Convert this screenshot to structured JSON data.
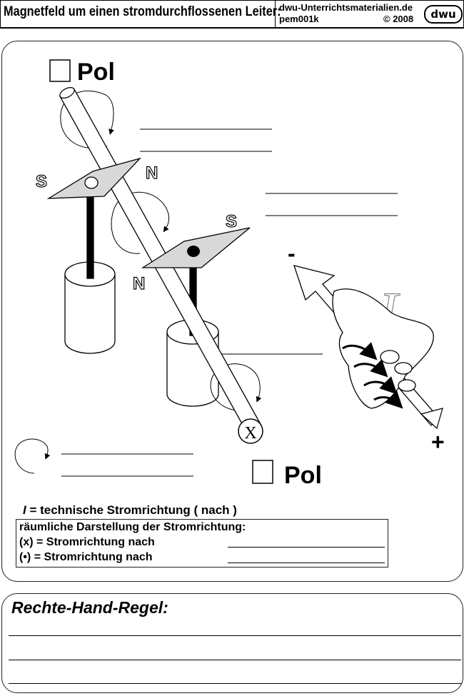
{
  "header": {
    "title": "Magnetfeld um einen stromdurchflossenen Leiter:",
    "site": "dwu-Unterrichtsmaterialien.de",
    "code": "pem001k",
    "copyright": "© 2008",
    "logo": "dwu"
  },
  "diagram": {
    "pole_top": "Pol",
    "pole_bottom": "Pol",
    "magnet1_s": "S",
    "magnet1_n": "N",
    "magnet2_s": "S",
    "magnet2_n": "N",
    "conductor_end": "X",
    "minus": "-",
    "plus": "+",
    "current_symbol": "I"
  },
  "legend": {
    "intro_symbol": "I",
    "intro_text": " = technische Stromrichtung (     nach    )",
    "box_title": "räumliche Darstellung der Stromrichtung:",
    "row_x": "(x) = Stromrichtung nach",
    "row_dot": "(•) = Stromrichtung nach"
  },
  "rule": {
    "title": "Rechte-Hand-Regel:"
  }
}
